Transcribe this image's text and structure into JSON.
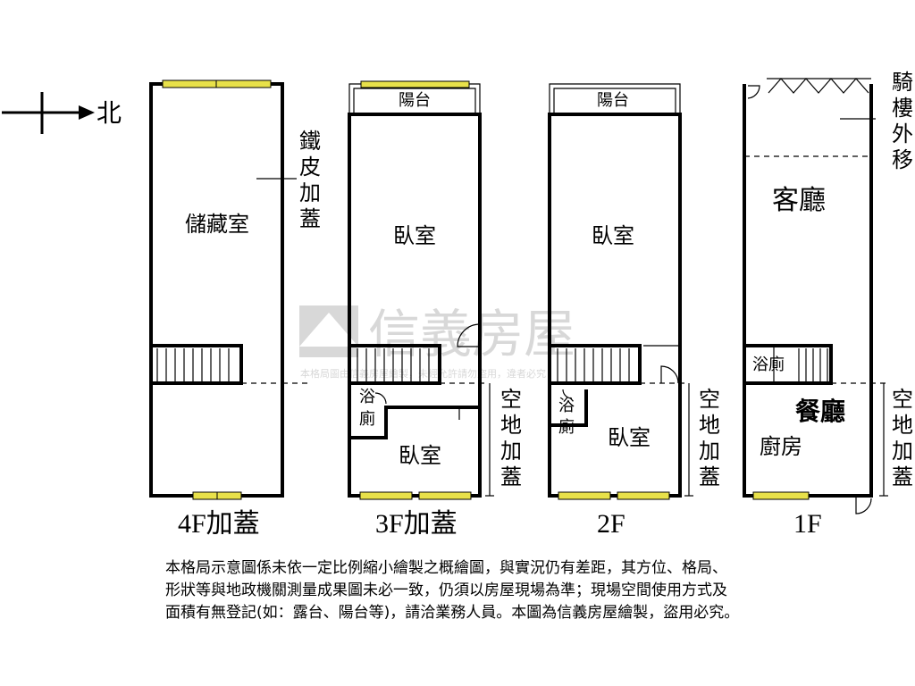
{
  "compass": {
    "label": "北"
  },
  "floors": [
    {
      "name": "4F加蓋",
      "rooms": {
        "storage": "儲藏室"
      },
      "note_vertical": [
        "鐵",
        "皮",
        "加",
        "蓋"
      ]
    },
    {
      "name": "3F加蓋",
      "rooms": {
        "balcony": "陽台",
        "bedroom_front": "臥室",
        "bath": [
          "浴",
          "廁"
        ],
        "bedroom_back": "臥室"
      },
      "note_vertical": [
        "空",
        "地",
        "加",
        "蓋"
      ]
    },
    {
      "name": "2F",
      "rooms": {
        "balcony": "陽台",
        "bedroom_front": "臥室",
        "bath": [
          "浴",
          "廁"
        ],
        "bedroom_back": "臥室"
      },
      "note_vertical": [
        "空",
        "地",
        "加",
        "蓋"
      ]
    },
    {
      "name": "1F",
      "rooms": {
        "living": "客廳",
        "bath": "浴廁",
        "dining": "餐廳",
        "kitchen": "廚房"
      },
      "note_top_vertical": [
        "騎",
        "樓",
        "外",
        "移"
      ],
      "note_vertical": [
        "空",
        "地",
        "加",
        "蓋"
      ]
    }
  ],
  "watermark": {
    "brand": "信義房屋",
    "notice": "本格局圖由信義房屋繪製，未經允許請勿盜用，違者必究"
  },
  "disclaimer": [
    "本格局示意圖係未依一定比例縮小繪製之概繪圖，與實況仍有差距，其方位、格局、",
    "形狀等與地政機關測量成果圖未必一致，仍須以房屋現場為準；現場空間使用方式及",
    "面積有無登記(如：露台、陽台等)，請洽業務人員。本圖為信義房屋繪製，盜用必究。"
  ],
  "colors": {
    "window": "#e8e14a",
    "wall": "#000000",
    "watermark": "#d8d8d8"
  }
}
